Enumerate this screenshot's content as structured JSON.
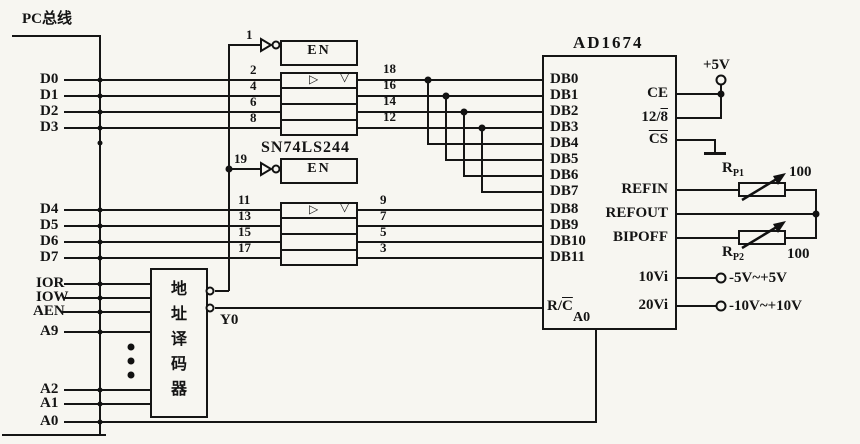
{
  "pc_bus": {
    "label": "PC总线"
  },
  "data_low": [
    {
      "label": "D0",
      "in": "2",
      "out": "18"
    },
    {
      "label": "D1",
      "in": "4",
      "out": "16"
    },
    {
      "label": "D2",
      "in": "6",
      "out": "14"
    },
    {
      "label": "D3",
      "in": "8",
      "out": "12"
    }
  ],
  "data_high": [
    {
      "label": "D4",
      "in": "11",
      "out": "9"
    },
    {
      "label": "D5",
      "in": "13",
      "out": "7"
    },
    {
      "label": "D6",
      "in": "15",
      "out": "5"
    },
    {
      "label": "D7",
      "in": "17",
      "out": "3"
    }
  ],
  "buffers": {
    "name": "SN74LS244",
    "en": "EN",
    "en1_pin": "1",
    "en2_pin": "19",
    "tri": "▷",
    "tri_down": "▽"
  },
  "decoder": {
    "label": "地址译码器",
    "y0": "Y0",
    "inputs": [
      "IOR",
      "IOW",
      "AEN",
      "A9",
      "A2",
      "A1",
      "A0"
    ]
  },
  "adc": {
    "name": "AD1674",
    "db": [
      "DB0",
      "DB1",
      "DB2",
      "DB3",
      "DB4",
      "DB5",
      "DB6",
      "DB7",
      "DB8",
      "DB9",
      "DB10",
      "DB11"
    ],
    "ce": "CE",
    "mode_pre": "12/",
    "mode_ov": "8",
    "cs": "CS",
    "refin": "REFIN",
    "refout": "REFOUT",
    "bipoff": "BIPOFF",
    "v10": "10Vi",
    "v20": "20Vi",
    "rc_pre": "R/",
    "rc_ov": "C",
    "a0": "A0"
  },
  "right_side": {
    "vcc": "+5V",
    "rp1_name": "R",
    "rp1_sub": "P1",
    "rp1_val": "100",
    "rp2_name": "R",
    "rp2_sub": "P2",
    "rp2_val": "100",
    "range_10": "-5V~+5V",
    "range_20": "-10V~+10V"
  }
}
